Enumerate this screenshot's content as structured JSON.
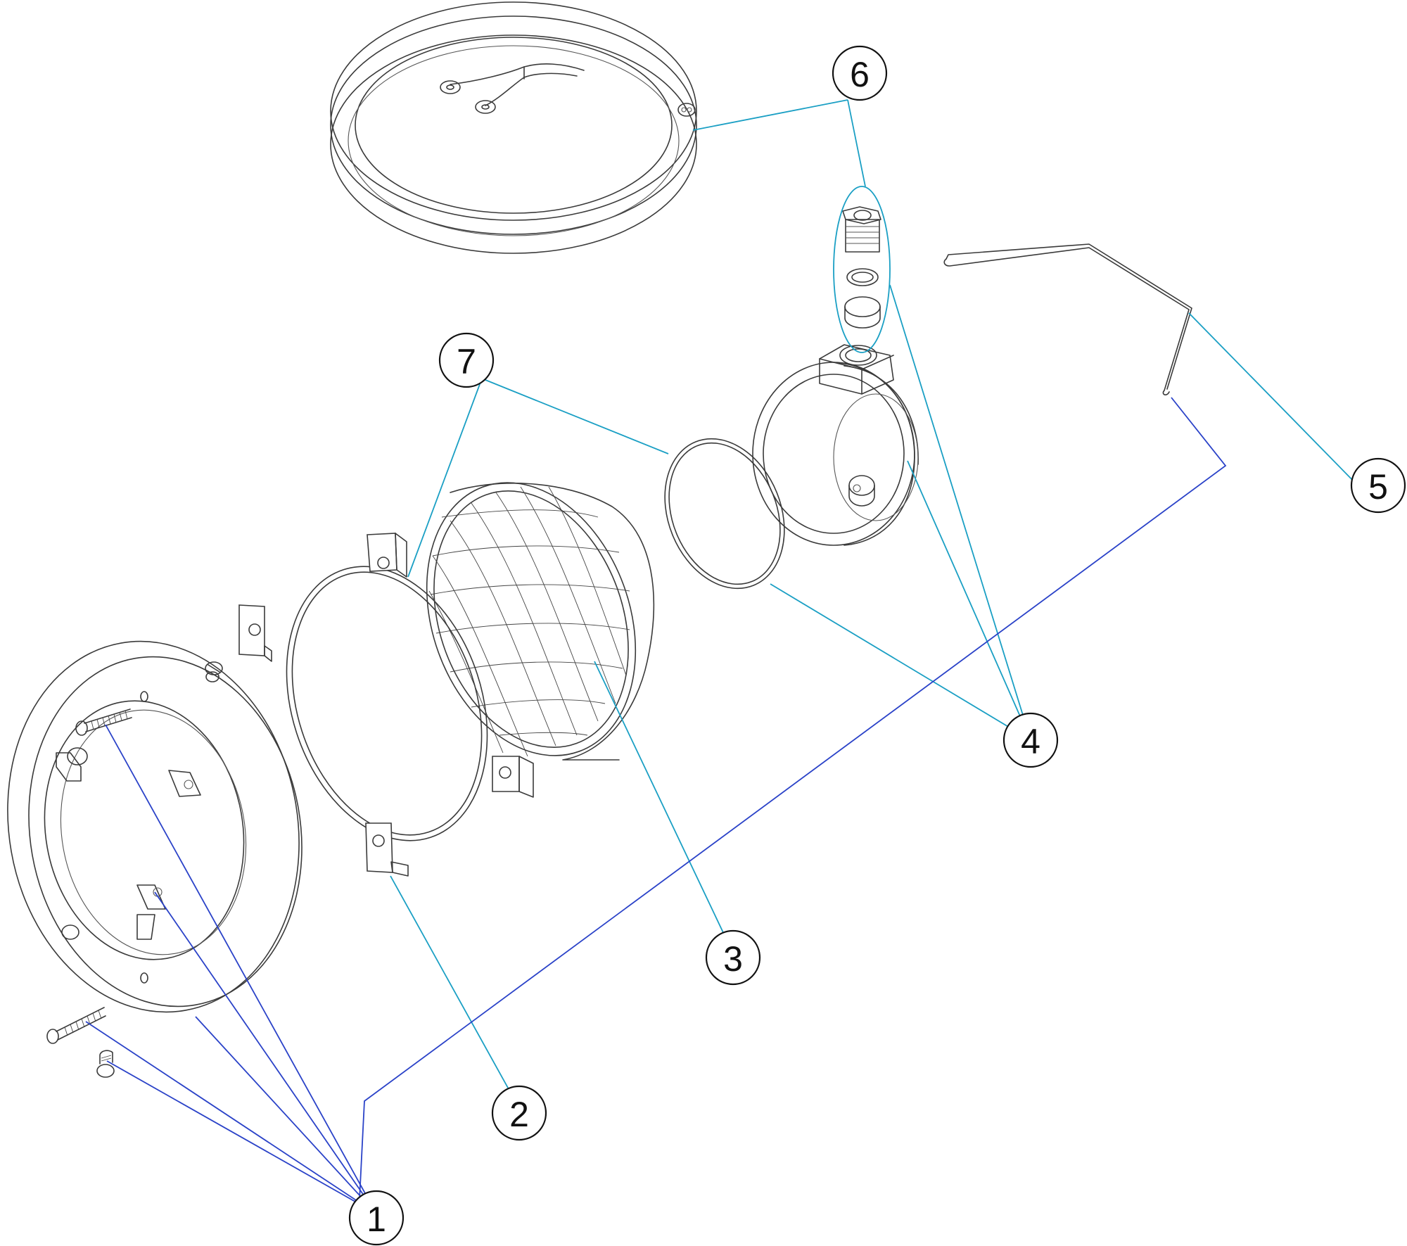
{
  "callouts": [
    {
      "id": "1",
      "label": "1"
    },
    {
      "id": "2",
      "label": "2"
    },
    {
      "id": "3",
      "label": "3"
    },
    {
      "id": "4",
      "label": "4"
    },
    {
      "id": "5",
      "label": "5"
    },
    {
      "id": "6",
      "label": "6"
    },
    {
      "id": "7",
      "label": "7"
    }
  ],
  "colors": {
    "leader_cyan": "#1a9fc4",
    "leader_blue": "#2a42c8",
    "line_art": "#3a3a3a"
  }
}
